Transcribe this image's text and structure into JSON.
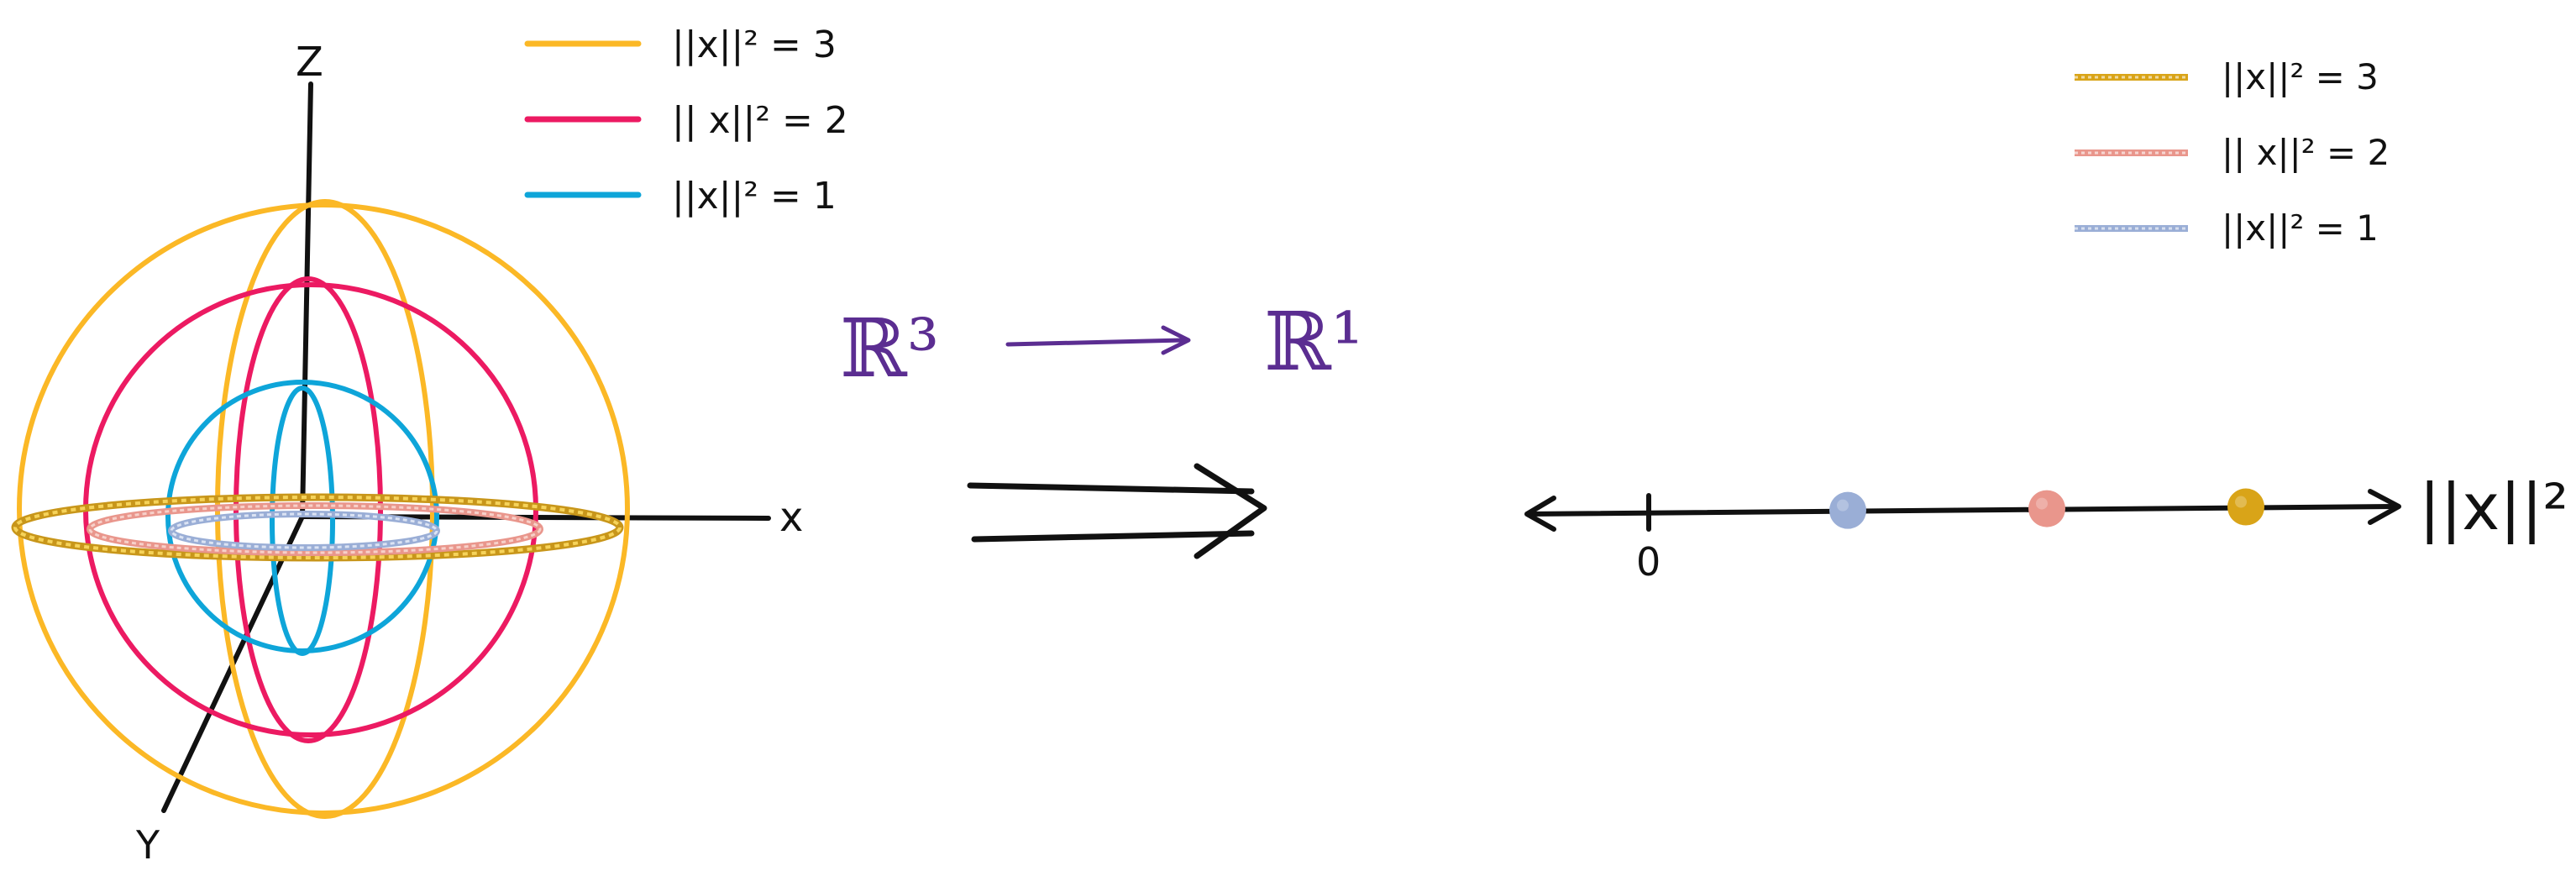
{
  "sphere_axes": {
    "z_label": "Z",
    "x_label": "x",
    "y_label": "Y"
  },
  "legend_left": [
    {
      "label": "||x||² = 3",
      "color": "#fbb826"
    },
    {
      "label": "|| x||² = 2",
      "color": "#ec1a62"
    },
    {
      "label": "||x||² = 1",
      "color": "#0ea5d9"
    }
  ],
  "legend_right": [
    {
      "label": "||x||² = 3",
      "color": "#d9a418"
    },
    {
      "label": "|| x||² = 2",
      "color": "#e9968c"
    },
    {
      "label": "||x||² = 1",
      "color": "#9aaed6"
    }
  ],
  "mapping": {
    "source_space": "ℝ³",
    "target_space": "ℝ¹",
    "color": "#5b2d91"
  },
  "number_line": {
    "origin_label": "0",
    "axis_label": "||x||²",
    "points": [
      {
        "value": 1,
        "color": "#9aaed6"
      },
      {
        "value": 2,
        "color": "#e9968c"
      },
      {
        "value": 3,
        "color": "#d9a418"
      }
    ]
  }
}
